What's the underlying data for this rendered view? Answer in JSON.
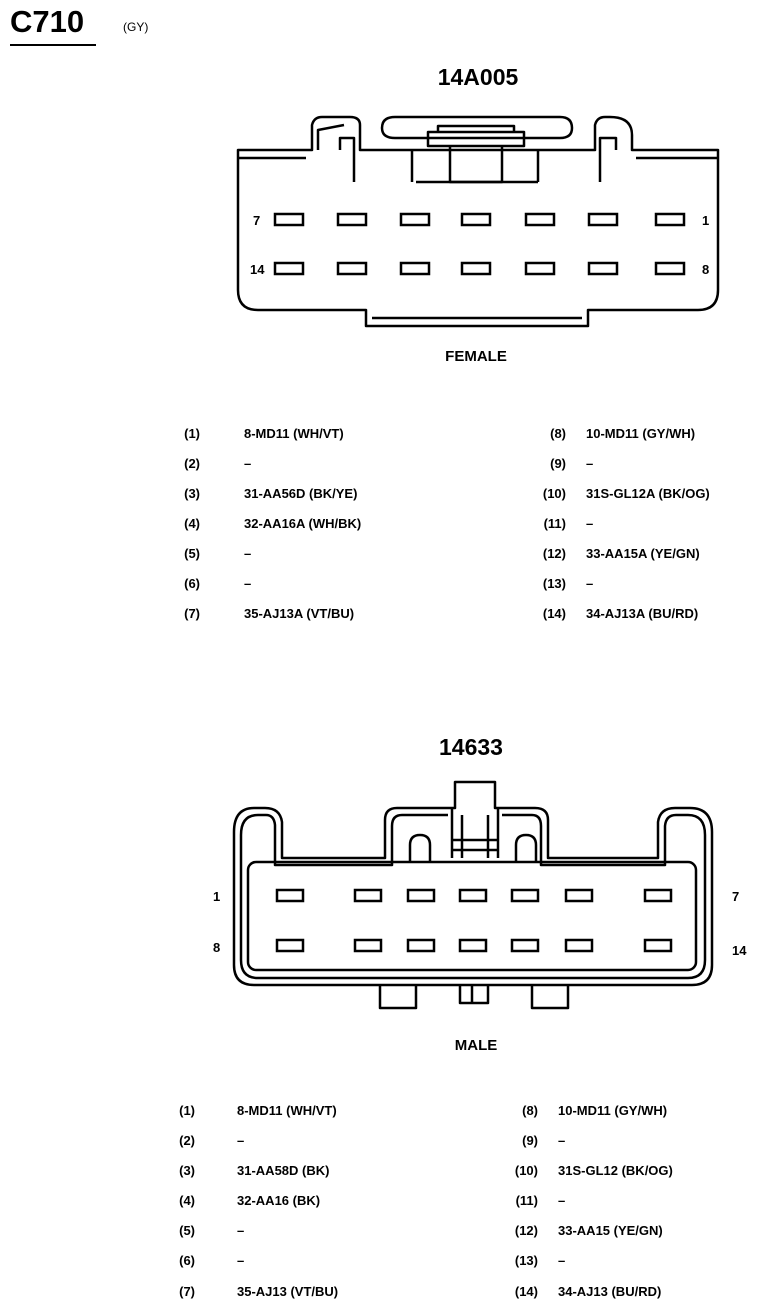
{
  "header": {
    "connector_id": "C710",
    "color_code": "(GY)"
  },
  "female": {
    "part_number": "14A005",
    "label": "FEMALE",
    "pin_labels": {
      "top_left": "7",
      "top_right": "1",
      "bottom_left": "14",
      "bottom_right": "8"
    },
    "pins_left": [
      {
        "num": "(1)",
        "wire": "8-MD11 (WH/VT)"
      },
      {
        "num": "(2)",
        "wire": "–"
      },
      {
        "num": "(3)",
        "wire": "31-AA56D (BK/YE)"
      },
      {
        "num": "(4)",
        "wire": "32-AA16A (WH/BK)"
      },
      {
        "num": "(5)",
        "wire": "–"
      },
      {
        "num": "(6)",
        "wire": "–"
      },
      {
        "num": "(7)",
        "wire": "35-AJ13A (VT/BU)"
      }
    ],
    "pins_right": [
      {
        "num": "(8)",
        "wire": "10-MD11 (GY/WH)"
      },
      {
        "num": "(9)",
        "wire": "–"
      },
      {
        "num": "(10)",
        "wire": "31S-GL12A (BK/OG)"
      },
      {
        "num": "(11)",
        "wire": "–"
      },
      {
        "num": "(12)",
        "wire": "33-AA15A (YE/GN)"
      },
      {
        "num": "(13)",
        "wire": "–"
      },
      {
        "num": "(14)",
        "wire": "34-AJ13A (BU/RD)"
      }
    ]
  },
  "male": {
    "part_number": "14633",
    "label": "MALE",
    "pin_labels": {
      "top_left": "1",
      "top_right": "7",
      "bottom_left": "8",
      "bottom_right": "14"
    },
    "pins_left": [
      {
        "num": "(1)",
        "wire": "8-MD11 (WH/VT)"
      },
      {
        "num": "(2)",
        "wire": "–"
      },
      {
        "num": "(3)",
        "wire": "31-AA58D (BK)"
      },
      {
        "num": "(4)",
        "wire": "32-AA16 (BK)"
      },
      {
        "num": "(5)",
        "wire": "–"
      },
      {
        "num": "(6)",
        "wire": "–"
      },
      {
        "num": "(7)",
        "wire": "35-AJ13 (VT/BU)"
      }
    ],
    "pins_right": [
      {
        "num": "(8)",
        "wire": "10-MD11 (GY/WH)"
      },
      {
        "num": "(9)",
        "wire": "–"
      },
      {
        "num": "(10)",
        "wire": "31S-GL12 (BK/OG)"
      },
      {
        "num": "(11)",
        "wire": "–"
      },
      {
        "num": "(12)",
        "wire": "33-AA15 (YE/GN)"
      },
      {
        "num": "(13)",
        "wire": "–"
      },
      {
        "num": "(14)",
        "wire": "34-AJ13 (BU/RD)"
      }
    ]
  }
}
